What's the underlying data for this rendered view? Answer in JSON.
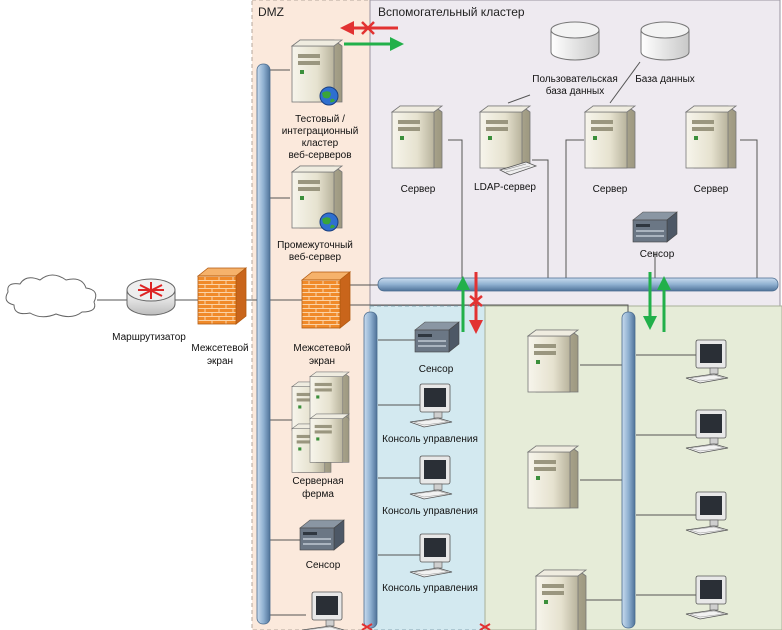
{
  "zones": {
    "dmz": "DMZ",
    "aux_cluster": "Вспомогательный кластер"
  },
  "nodes": {
    "router": "Маршрутизатор",
    "firewall_outer": [
      "Межсетевой",
      "экран"
    ],
    "test_cluster": [
      "Тестовый /",
      "интеграционный",
      "кластер",
      "веб-серверов"
    ],
    "intermediate_web": [
      "Промежуточный",
      "веб-сервер"
    ],
    "firewall_inner": [
      "Межсетевой",
      "экран"
    ],
    "server_farm": [
      "Серверная",
      "ферма"
    ],
    "dmz_sensor": "Сенсор",
    "user_db": [
      "Пользовательская",
      "база данных"
    ],
    "db": "База данных",
    "server_1": "Сервер",
    "ldap_server": "LDAP-сервер",
    "server_2": "Сервер",
    "server_3": "Сервер",
    "aux_sensor": "Сенсор",
    "mgmt_sensor": "Сенсор",
    "console_1": "Консоль управления",
    "console_2": "Консоль управления",
    "console_3": "Консоль управления"
  },
  "colors": {
    "dmz_fill": "#fbe9dc",
    "aux_fill": "#eeeaf0",
    "mgmt_fill": "#d3e9f0",
    "lan_fill": "#e6ecd8",
    "bus": "#8fb0d0",
    "arrow_green": "#22b04a",
    "arrow_red": "#e23232"
  }
}
